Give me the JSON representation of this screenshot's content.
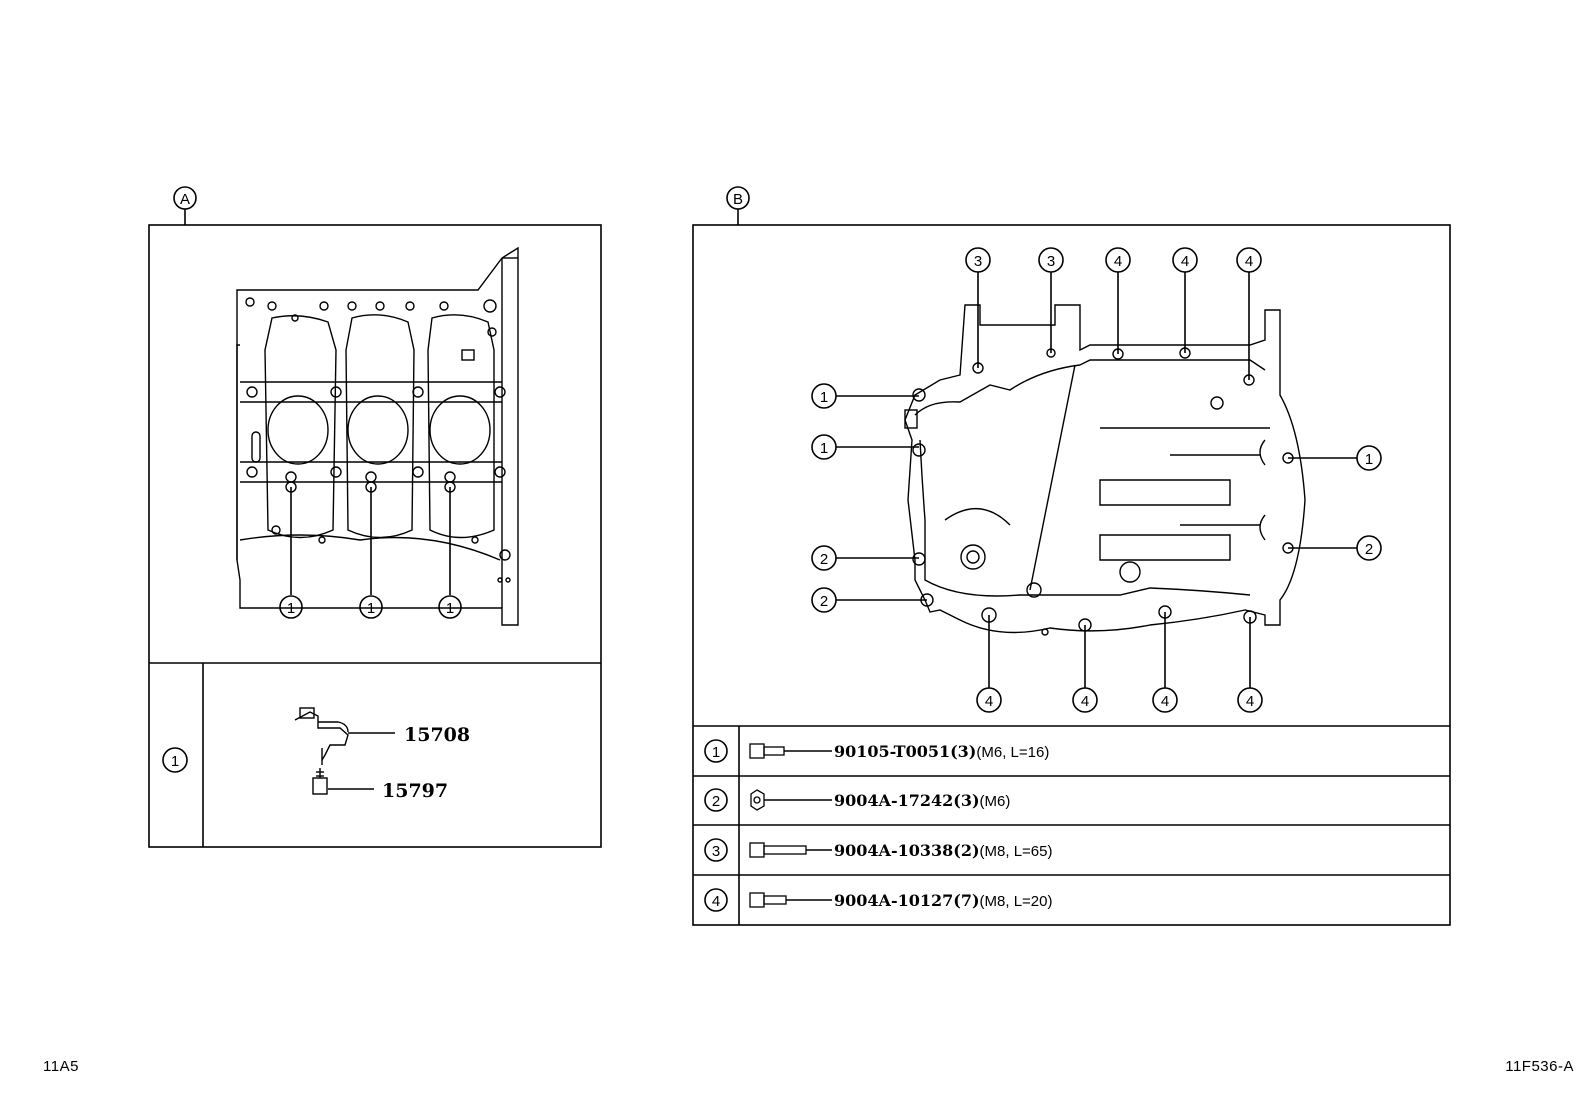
{
  "view_a": {
    "label": "A",
    "callout_numbers": [
      "1",
      "1",
      "1"
    ],
    "legend": {
      "number": "1",
      "parts": [
        "15708",
        "15797"
      ]
    }
  },
  "view_b": {
    "label": "B",
    "callouts": {
      "top": [
        "3",
        "3",
        "4",
        "4",
        "4"
      ],
      "left": [
        "1",
        "1",
        "2",
        "2"
      ],
      "right": [
        "1",
        "2"
      ],
      "bottom": [
        "4",
        "4",
        "4",
        "4"
      ]
    },
    "legend_rows": [
      {
        "number": "1",
        "part": "90105-T0051",
        "qty": "(3)",
        "spec": "(M6, L=16)"
      },
      {
        "number": "2",
        "part": "9004A-17242",
        "qty": "(3)",
        "spec": "(M6)"
      },
      {
        "number": "3",
        "part": "9004A-10338",
        "qty": "(2)",
        "spec": "(M8, L=65)"
      },
      {
        "number": "4",
        "part": "9004A-10127",
        "qty": "(7)",
        "spec": "(M8, L=20)"
      }
    ]
  },
  "footer": {
    "left_code": "11A5",
    "right_code": "11F536-A"
  }
}
